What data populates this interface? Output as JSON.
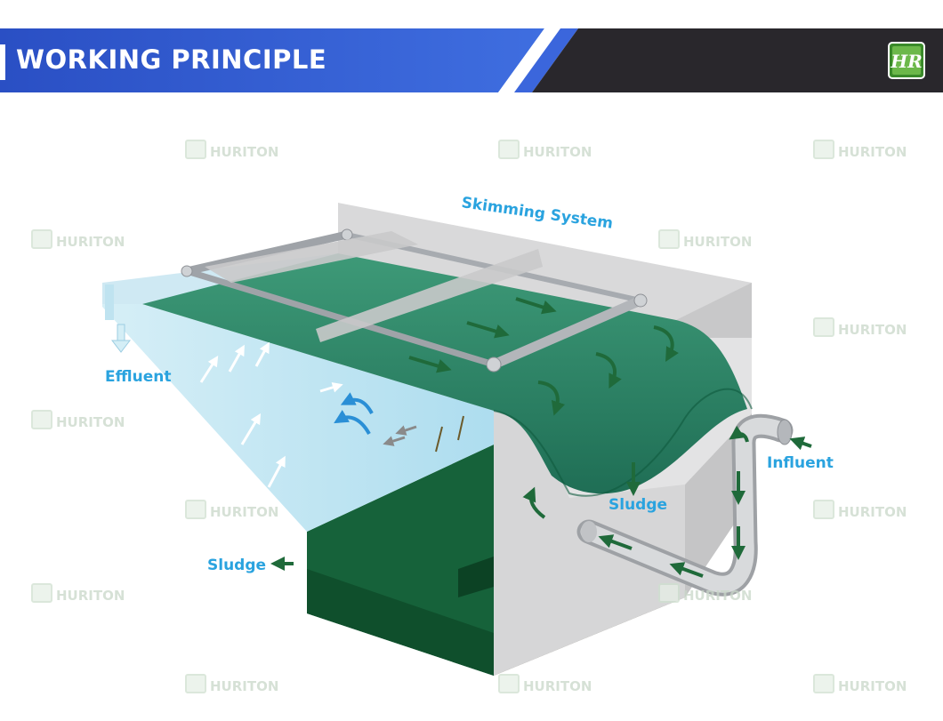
{
  "header": {
    "title": "WORKING PRINCIPLE",
    "logo_text": "HR",
    "colors": {
      "blue": "#2c52c8",
      "dark": "#29272c",
      "logo_green": "#3a8a2a"
    }
  },
  "diagram": {
    "labels": {
      "skimming": "Skimming System",
      "effluent": "Effluent",
      "influent": "Influent",
      "sludge_inner": "Sludge",
      "sludge_outer": "Sludge"
    },
    "watermark": "HURITON",
    "colors": {
      "water": "#2f8a6c",
      "sludge": "#1e6b3e",
      "label": "#2aa3df",
      "arrow": "#1f6a3a"
    }
  }
}
